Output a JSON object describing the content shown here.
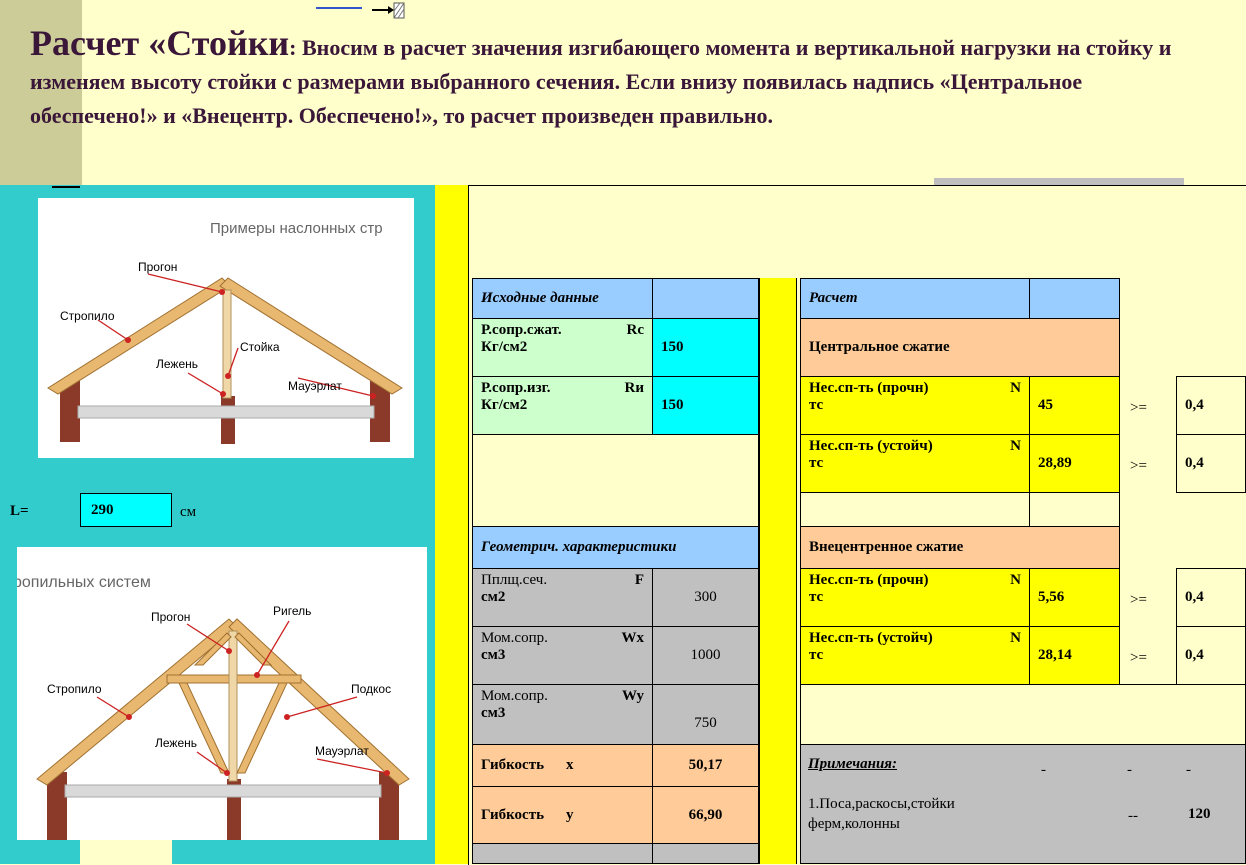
{
  "header": {
    "title_main": "Расчет «Стойки",
    "title_rest": ": Вносим в расчет значения изгибающего момента и вертикальной нагрузки на стойку и изменяем высоту стойки с размерами выбранного сечения. Если внизу появилась надпись «Центральное обеспечено!» и «Внецентр. Обеспечено!», то расчет произведен правильно."
  },
  "images": {
    "top": {
      "caption": "Примеры наслонных стр",
      "labels": [
        "Прогон",
        "Стропило",
        "Стойка",
        "Лежень",
        "Мауэрлат"
      ]
    },
    "bottom": {
      "caption": "ропильных систем",
      "labels": [
        "Прогон",
        "Ригель",
        "Стропило",
        "Подкос",
        "Лежень",
        "Мауэрлат"
      ]
    }
  },
  "length": {
    "label": "L=",
    "value": "290",
    "unit": "см"
  },
  "input": {
    "header": "Исходные данные",
    "rows": [
      {
        "name": "Р.сопр.сжат.",
        "sym": "Rc",
        "unit": "Кг/см2",
        "value": "150"
      },
      {
        "name": "Р.сопр.изг.",
        "sym": "Rи",
        "unit": "Кг/см2",
        "value": "150"
      }
    ]
  },
  "geom": {
    "header": "Геометрич. характеристики",
    "rows": [
      {
        "name": "Пплщ.сеч.",
        "sym": "F",
        "unit": "см2",
        "value": "300"
      },
      {
        "name": "Мом.сопр.",
        "sym": "Wx",
        "unit": "см3",
        "value": "1000"
      },
      {
        "name": "Мом.сопр.",
        "sym": "Wy",
        "unit": "см3",
        "value": "750"
      }
    ],
    "flex": [
      {
        "name": "Гибкость",
        "sym": " x",
        "value": "50,17"
      },
      {
        "name": "Гибкость",
        "sym": " y",
        "value": "66,90"
      }
    ]
  },
  "calc": {
    "header": "Расчет",
    "central": "Центральное сжатие",
    "eccentric": "Внецентренное сжатие",
    "central_rows": [
      {
        "name": "Нес.сп-ть (прочн)",
        "sym": "N",
        "unit": "тс",
        "value": "45",
        "op": ">=",
        "limit": "0,4"
      },
      {
        "name": "Нес.сп-ть (устойч)",
        "sym": "N",
        "unit": "тс",
        "value": "28,89",
        "op": ">=",
        "limit": "0,4"
      }
    ],
    "ecc_rows": [
      {
        "name": "Нес.сп-ть (прочн)",
        "sym": "N",
        "unit": "тс",
        "value": "5,56",
        "op": ">=",
        "limit": "0,4"
      },
      {
        "name": "Нес.сп-ть (устойч)",
        "sym": "N",
        "unit": "тс",
        "value": "28,14",
        "op": ">=",
        "limit": "0,4"
      }
    ]
  },
  "notes": {
    "header": "Примечания:",
    "dashes": [
      "-",
      "-",
      "-"
    ],
    "line": "1.Поса,раскосы,стойки ферм,колонны",
    "dash2": "--",
    "value": "120"
  },
  "colors": {
    "teal": "#33cccc",
    "yellow": "#ffff00",
    "cyan": "#00ffff",
    "blue": "#99ccff",
    "peach": "#ffcc99",
    "gray": "#c0c0c0",
    "green": "#ccffcc"
  }
}
